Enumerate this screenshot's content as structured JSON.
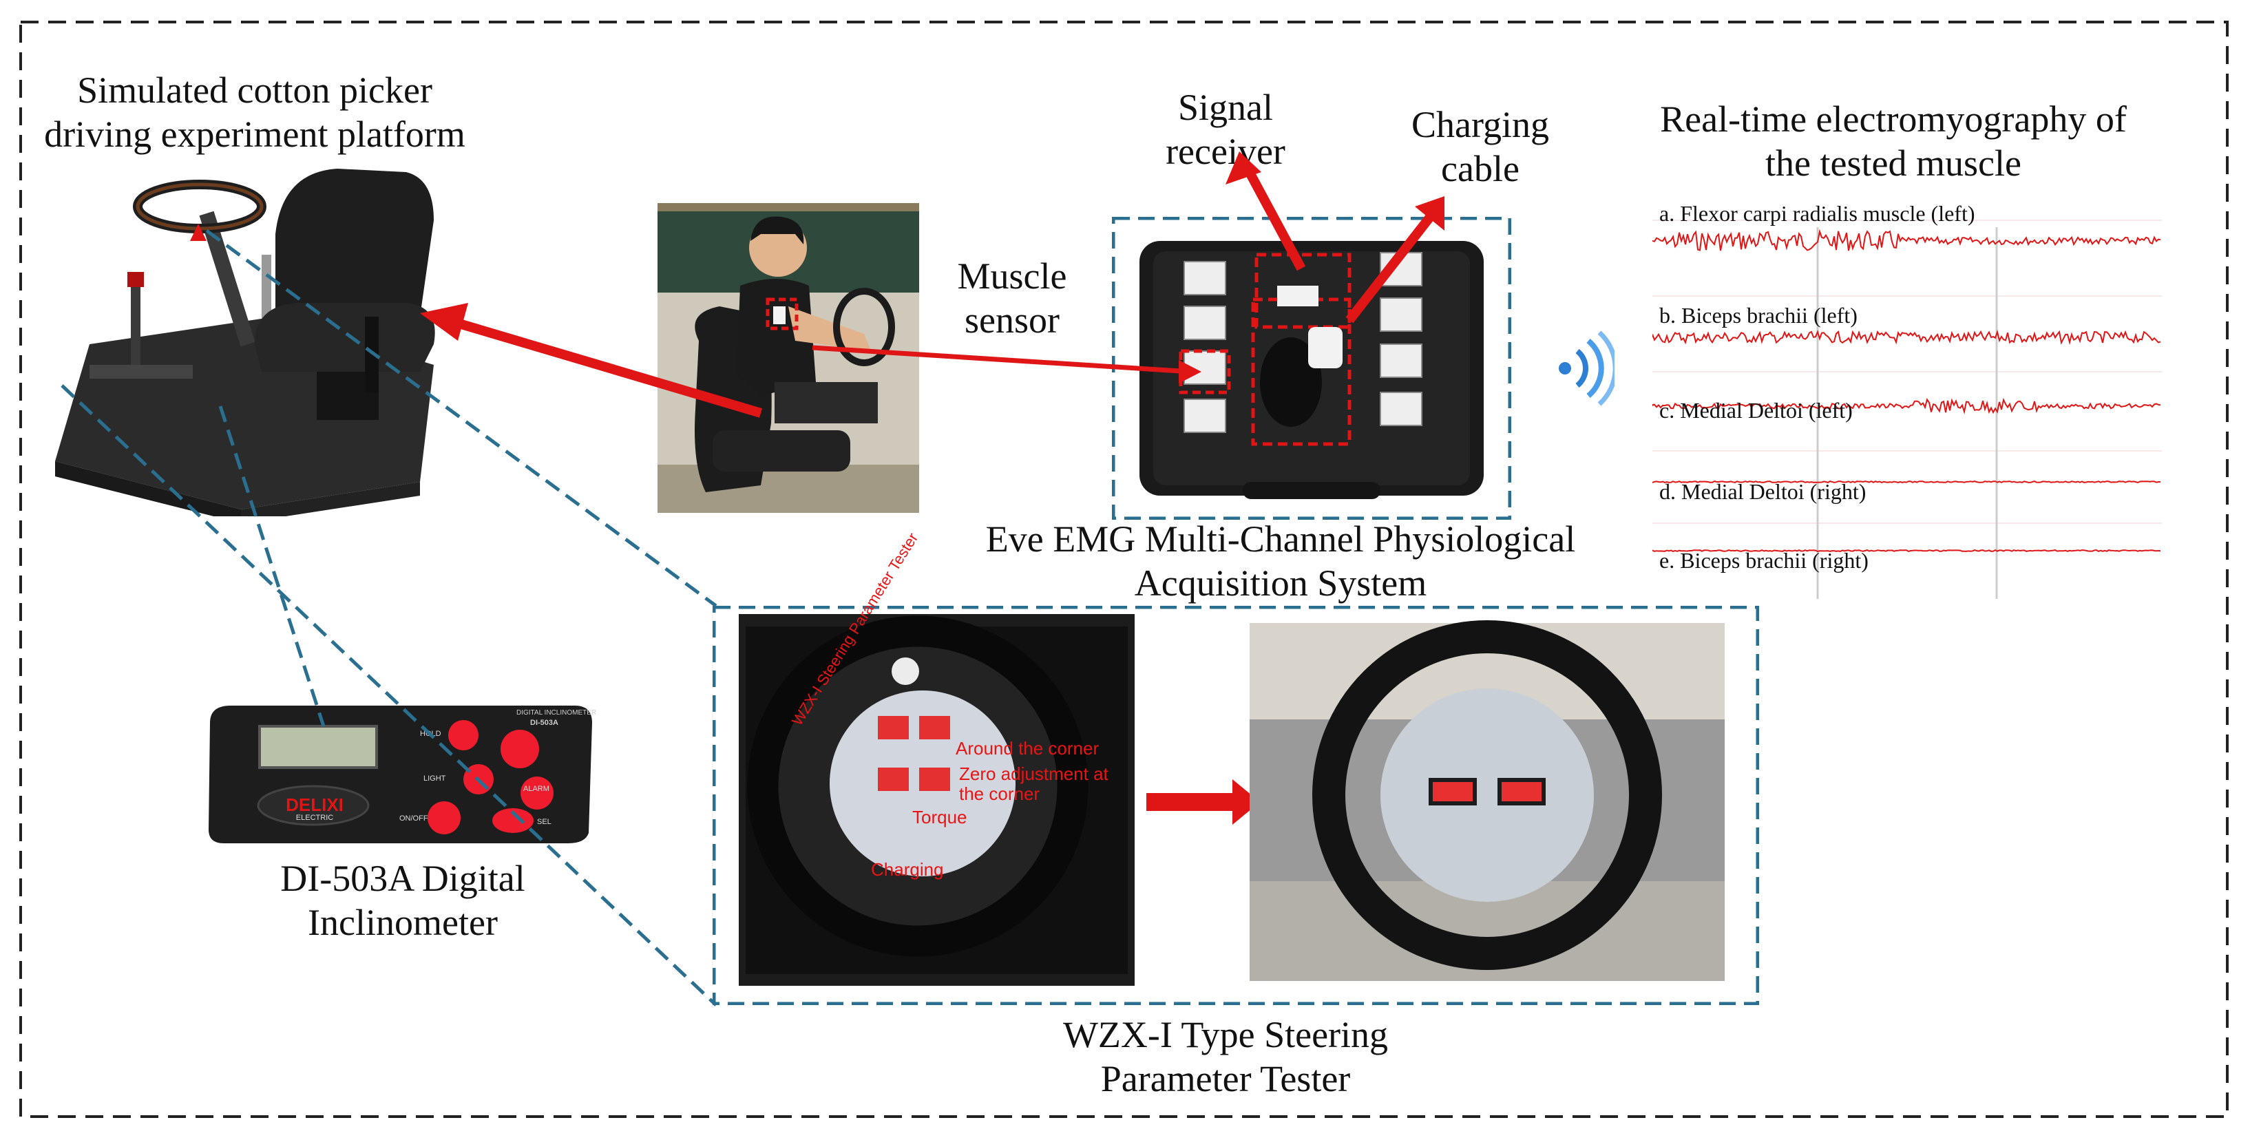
{
  "labels": {
    "platform": [
      "Simulated cotton picker",
      "driving experiment platform"
    ],
    "muscle_sensor": [
      "Muscle",
      "sensor"
    ],
    "signal_receiver": [
      "Signal",
      "receiver"
    ],
    "charging_cable": [
      "Charging",
      "cable"
    ],
    "emg_title": [
      "Real-time electromyography of",
      "the tested muscle"
    ],
    "eve_system": [
      "Eve EMG Multi-Channel Physiological",
      "Acquisition System"
    ],
    "inclinometer": [
      "DI-503A Digital",
      "Inclinometer"
    ],
    "steering_tester": [
      "WZX-I Type Steering",
      "Parameter Tester"
    ]
  },
  "emg_channels": [
    "a. Flexor carpi radialis muscle (left)",
    "b. Biceps brachii (left)",
    "c. Medial Deltoi (left)",
    "d. Medial Deltoi (right)",
    "e. Biceps brachii (right)"
  ],
  "tester_annotations": {
    "around_corner": "Around the corner",
    "zero_adjust": [
      "Zero adjustment at",
      "the corner"
    ],
    "torque": "Torque",
    "charging": "Charging",
    "dial_text": "WZX-I Steering Parameter Tester"
  },
  "device_text": {
    "inclinometer_brand": "DELIXI",
    "inclinometer_sub": "ELECTRIC",
    "inclinometer_model": "DIGITAL INCLINOMETER",
    "inclinometer_code": "DI-503A",
    "btn_hold": "HOLD",
    "btn_light": "LIGHT",
    "btn_alarm": "ALARM",
    "btn_onoff": "ON/OFF",
    "btn_sel": "SEL"
  },
  "colors": {
    "accent_red": "#e01515",
    "dash_blue": "#2a6f8f",
    "emg_red": "#e01515"
  }
}
